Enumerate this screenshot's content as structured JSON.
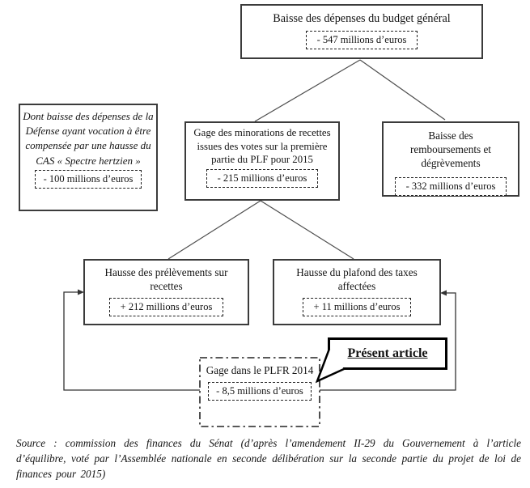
{
  "colors": {
    "background": "#ffffff",
    "box_border": "#3b3b3b",
    "connector_line": "#4d4d4d",
    "callout_border": "#000000",
    "text": "#141414"
  },
  "nodes": {
    "root": {
      "title": "Baisse des dépenses du budget général",
      "value": "- 547 millions d’euros"
    },
    "side_note": {
      "title": "Dont baisse des dépenses de la Défense ayant vocation à être compensée par une hausse du CAS « Spectre hertzien »",
      "value": "- 100 millions d’euros"
    },
    "gage_minorations": {
      "title": "Gage des minorations de recettes issues des votes sur la première partie du PLF pour 2015",
      "value": "- 215 millions d’euros"
    },
    "remboursements": {
      "title": "Baisse des remboursements et dégrèvements",
      "value": "- 332 millions d’euros"
    },
    "prelevements": {
      "title": "Hausse des prélèvements sur recettes",
      "value": "+ 212 millions d’euros"
    },
    "plafond_taxes": {
      "title": "Hausse du plafond des taxes affectées",
      "value": "+ 11 millions d’euros"
    },
    "gage_plfr": {
      "title": "Gage dans le PLFR 2014",
      "value": "- 8,5 millions d’euros"
    }
  },
  "callout": {
    "label": "Présent article"
  },
  "source_note": "Source : commission des finances du Sénat (d’après l’amendement II-29 du Gouvernement à l’article d’équilibre, voté par l’Assemblée nationale en seconde délibération sur la seconde partie du projet de loi de finances pour 2015)"
}
